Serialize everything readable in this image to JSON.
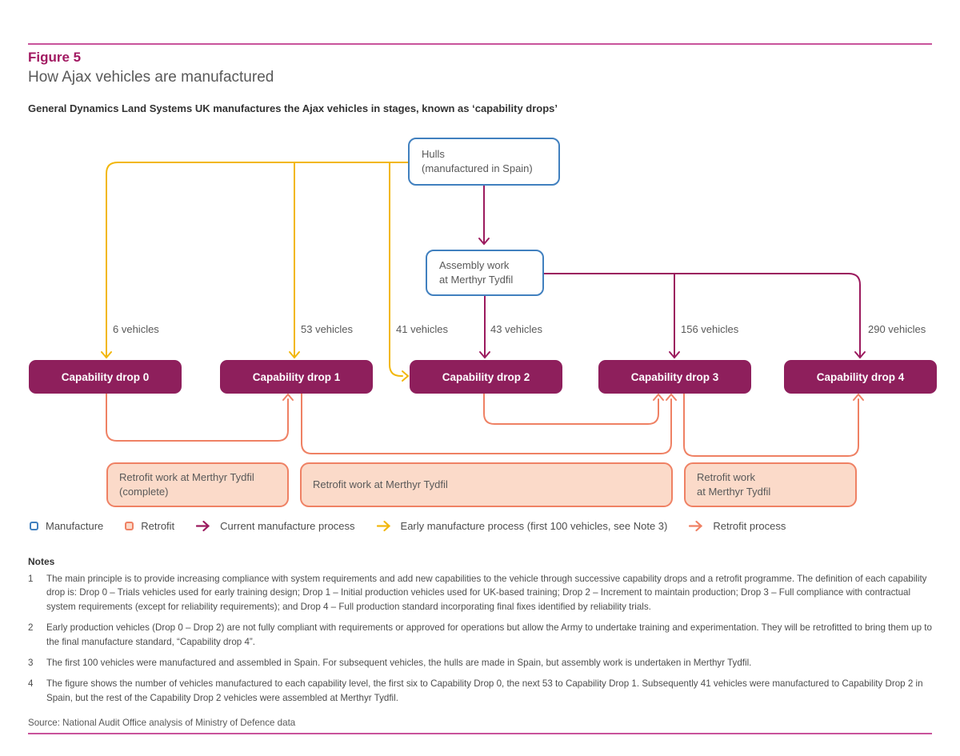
{
  "header": {
    "figure_label": "Figure 5",
    "title": "How Ajax vehicles are manufactured",
    "subtitle": "General Dynamics Land Systems UK manufactures the Ajax vehicles in stages, known as ‘capability drops’"
  },
  "diagram": {
    "hulls_box": {
      "line1": "Hulls",
      "line2": "(manufactured in Spain)"
    },
    "assembly_box": {
      "line1": "Assembly work",
      "line2": "at Merthyr Tydfil"
    },
    "capability_drops": [
      {
        "label": "Capability drop 0"
      },
      {
        "label": "Capability drop 1"
      },
      {
        "label": "Capability drop 2"
      },
      {
        "label": "Capability drop 3"
      },
      {
        "label": "Capability drop 4"
      }
    ],
    "vehicle_labels": [
      "6 vehicles",
      "53 vehicles",
      "41 vehicles",
      "43 vehicles",
      "156 vehicles",
      "290 vehicles"
    ],
    "retrofit_boxes": [
      {
        "line1": "Retrofit work at Merthyr Tydfil",
        "line2": "(complete)"
      },
      {
        "line1": "Retrofit work at Merthyr Tydfil"
      },
      {
        "line1": "Retrofit work",
        "line2": "at Merthyr Tydfil"
      }
    ]
  },
  "legend": {
    "manufacture": "Manufacture",
    "retrofit": "Retrofit",
    "current_process": "Current manufacture process",
    "early_process": "Early manufacture process (first 100 vehicles, see Note 3)",
    "retrofit_process": "Retrofit process"
  },
  "notes": {
    "heading": "Notes",
    "items": [
      {
        "num": "1",
        "text": "The main principle is to provide increasing compliance with system requirements and add new capabilities to the vehicle through successive capability drops and a retrofit programme. The definition of each capability drop is: Drop 0 – Trials vehicles used for early training design; Drop 1 – Initial production vehicles used for UK-based training; Drop 2 – Increment to maintain production; Drop 3 – Full compliance with contractual system requirements (except for reliability requirements); and Drop 4 – Full production standard incorporating final fixes identified by reliability trials."
      },
      {
        "num": "2",
        "text": "Early production vehicles (Drop 0 – Drop 2) are not fully compliant with requirements or approved for operations but allow the Army to undertake training and experimentation. They will be retrofitted to bring them up to the final manufacture standard, “Capability drop 4”."
      },
      {
        "num": "3",
        "text": "The first 100 vehicles were manufactured and assembled in Spain. For subsequent vehicles, the hulls are made in Spain, but assembly work is undertaken in Merthyr Tydfil."
      },
      {
        "num": "4",
        "text": "The figure shows the number of vehicles manufactured to each capability level, the first six to Capability Drop 0, the next 53 to Capability Drop 1. Subsequently 41 vehicles were manufactured to Capability Drop 2 in Spain, but the rest of the Capability Drop 2 vehicles were assembled at Merthyr Tydfil."
      }
    ]
  },
  "source": "Source: National Audit Office analysis of Ministry of Defence data",
  "colors": {
    "rule_pink": "#c9539b",
    "figure_label": "#a21a62",
    "drop_box": "#8e1f5c",
    "manufacture_border_blue": "#4180bf",
    "current_arrow_magenta": "#9b1a5e",
    "early_arrow_yellow": "#f2b70d",
    "retrofit_arrow_salmon": "#ef8164",
    "retrofit_fill_peach": "#fbdac9",
    "text_gray": "#595959"
  }
}
